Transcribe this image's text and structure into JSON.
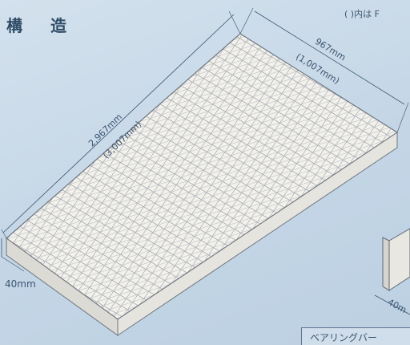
{
  "title": "構 造",
  "note": "( )内は F",
  "dimensions": {
    "width": "967mm",
    "width_alt": "(1,007mm)",
    "length": "2,967mm",
    "length_alt": "(3,007mm)",
    "height": "40mm",
    "detail_height": "40m"
  },
  "bearing_bar_label": "ベアリングバー",
  "colors": {
    "background": "#c9d9e7",
    "grating": "#f2f0ea",
    "grid_line": "#8a8f97",
    "text": "#34506a"
  }
}
